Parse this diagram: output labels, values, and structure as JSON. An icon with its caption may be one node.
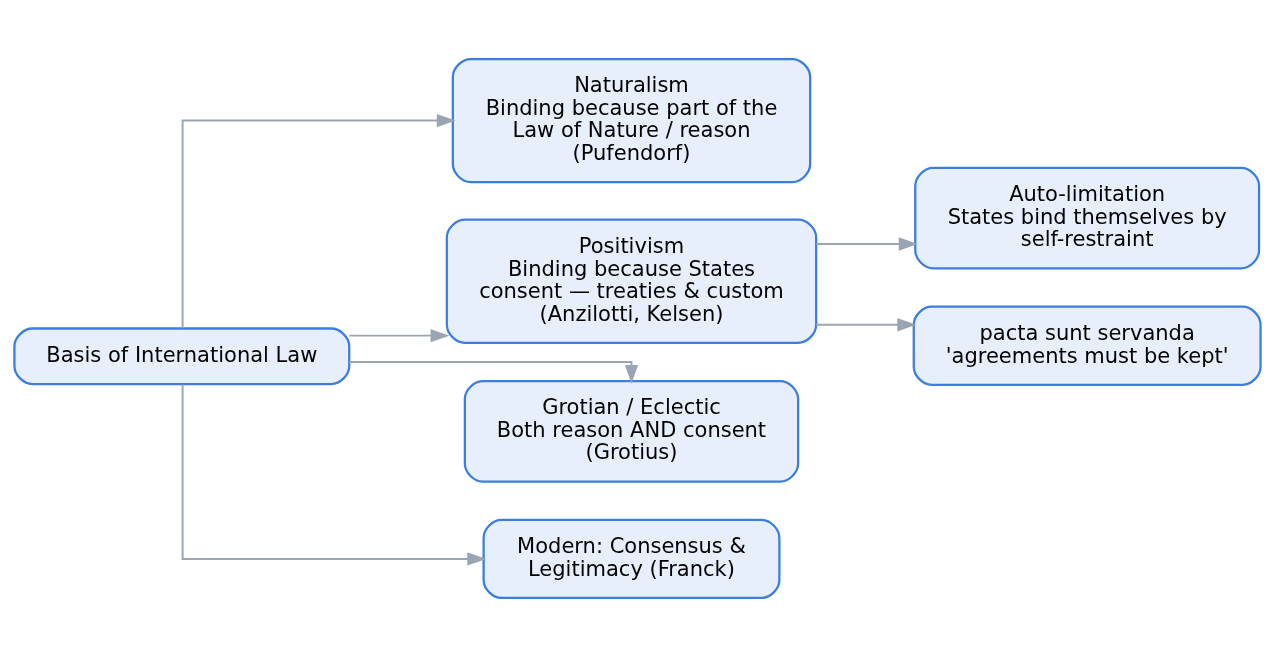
{
  "diagram": {
    "nodes": [
      {
        "text": [
          "Basis of International Law"
        ]
      },
      {
        "text": [
          "Naturalism",
          "Binding because part of the Law of Nature / reason (Pufendorf)"
        ]
      },
      {
        "text": [
          "Positivism",
          "Binding because States consent — treaties & custom (Anzilotti, Kelsen)"
        ]
      },
      {
        "text": [
          "Auto-limitation",
          "States bind themselves by self-restraint"
        ]
      },
      {
        "text": [
          "pacta sunt servanda",
          "'agreements must be kept'"
        ]
      },
      {
        "text": [
          "Grotian / Eclectic",
          "Both reason AND consent (Grotius)"
        ]
      },
      {
        "text": [
          "Modern: Consensus & Legitimacy (Franck)"
        ]
      }
    ],
    "edges": [
      {
        "from": 0,
        "to": 1,
        "arrow": "to"
      },
      {
        "from": 0,
        "to": 2,
        "arrow": "to"
      },
      {
        "from": 2,
        "to": 3,
        "arrow": "to"
      },
      {
        "from": 2,
        "to": 4,
        "arrow": "to"
      },
      {
        "from": 0,
        "to": 5,
        "arrow": "to"
      },
      {
        "from": 0,
        "to": 6,
        "arrow": "to"
      }
    ]
  }
}
